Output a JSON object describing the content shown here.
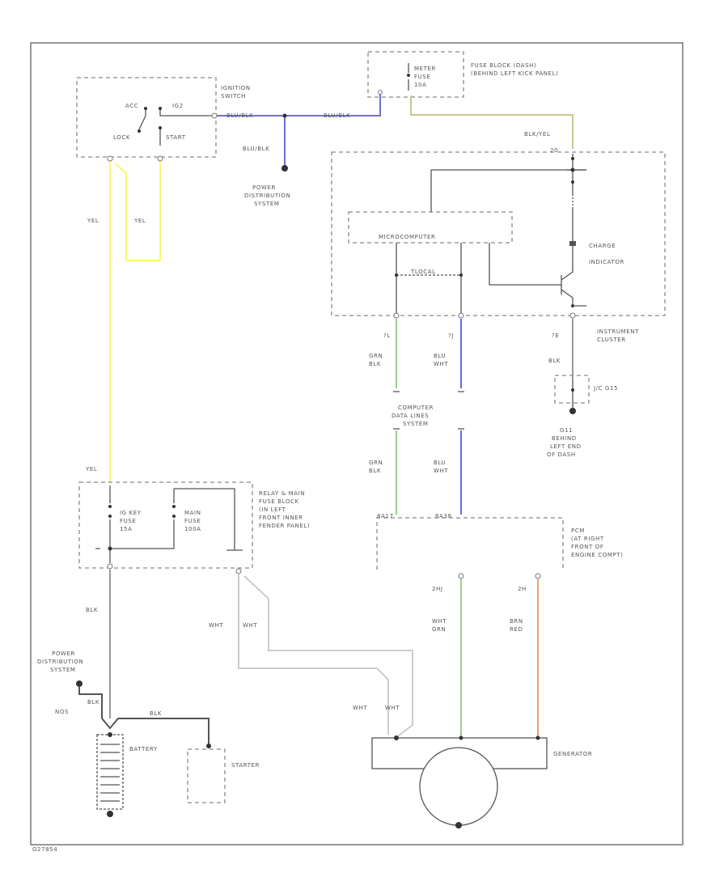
{
  "frame_id": "G27854",
  "colors": {
    "yel": "#f8f870",
    "blu": "#6a6ae8",
    "blu_blk": "#7070d0",
    "grn": "#9ad08a",
    "wht": "#cccccc",
    "brn": "#f0a070",
    "olive": "#c8c890",
    "gray": "#999999",
    "blk": "#555555"
  },
  "components": {
    "ignition_switch": {
      "title": [
        "IGNITION",
        "SWITCH"
      ],
      "pos_acc": "ACC",
      "pos_ig2": "IG2",
      "pos_lock": "LOCK",
      "pos_start": "START"
    },
    "fuse_block_dash": {
      "fuse": [
        "METER",
        "FUSE",
        "10A"
      ],
      "title": [
        "FUSE BLOCK (DASH)",
        "(BEHIND LEFT KICK PANEL)"
      ]
    },
    "power_dist_top": [
      "POWER",
      "DISTRIBUTION",
      "SYSTEM"
    ],
    "instrument_cluster": {
      "title": [
        "INSTRUMENT",
        "CLUSTER"
      ],
      "micro": "MICROCOMPUTER",
      "comm": "TLOCAL",
      "charge": [
        "CHARGE",
        "INDICATOR"
      ],
      "pin_top": "20",
      "pin_left": "?L",
      "pin_mid": "?J",
      "pin_right": "?E"
    },
    "jc": "J/C G15",
    "ground_g11": [
      "G11",
      "BEHIND",
      "LEFT END",
      "OF DASH"
    ],
    "computer_data": [
      "COMPUTER",
      "DATA LINES",
      "SYSTEM"
    ],
    "relay_block": {
      "title": [
        "RELAY & MAIN",
        "FUSE BLOCK",
        "(IN LEFT",
        "FRONT INNER",
        "FENDER PANEL)"
      ],
      "fuse1": [
        "IG KEY",
        "FUSE",
        "15A"
      ],
      "fuse2": [
        "MAIN",
        "FUSE",
        "100A"
      ]
    },
    "pcm": {
      "title": [
        "PCM",
        "(AT RIGHT",
        "FRONT OF",
        "ENGINE COMPT)"
      ],
      "pin1": "8A17",
      "pin2": "8A38"
    },
    "power_dist_bot": [
      "POWER",
      "DISTRIBUTION",
      "SYSTEM"
    ],
    "battery": "BATTERY",
    "starter": "STARTER",
    "generator": "GENERATOR",
    "gen_pin1": "2HJ",
    "gen_pin2": "2H"
  },
  "wires": {
    "ign_out1": "BLU/BLK",
    "ign_out2": "BLU/BLK",
    "pwr_drop": "BLU/BLK",
    "meter_out": "BLK/YEL",
    "yel_left": "YEL",
    "yel_loop": "YEL",
    "yel_relay": "YEL",
    "ic_grn": [
      "GRN",
      "BLK"
    ],
    "ic_blu": [
      "BLU",
      "WHT"
    ],
    "ic_blk": "BLK",
    "pcm_grn": [
      "GRN",
      "BLK"
    ],
    "pcm_blu": [
      "BLU",
      "WHT"
    ],
    "relay_blk": "BLK",
    "wht_a": "WHT",
    "wht_b": "WHT",
    "wht_c": "WHT",
    "wht_d": "WHT",
    "gen_grn": [
      "WHT",
      "GRN"
    ],
    "gen_brn": [
      "BRN",
      "RED"
    ],
    "batt_blk1": "BLK",
    "batt_blk2": "BLK",
    "batt_nos": "NOS"
  }
}
